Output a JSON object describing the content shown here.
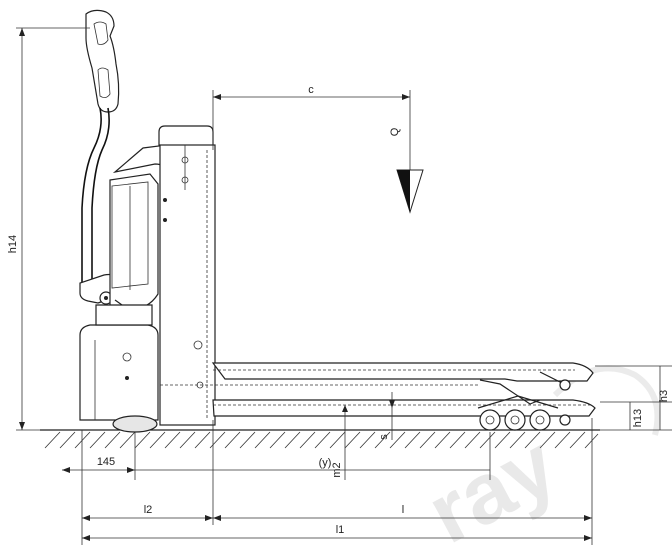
{
  "labels": {
    "h14": "h14",
    "c": "c",
    "Q": "Q",
    "h3": "h3",
    "h13": "h13",
    "m2": "m2",
    "s": "s",
    "y": "(y)",
    "d145": "145",
    "l2": "l2",
    "l": "l",
    "l1": "l1"
  },
  "watermark": "ray"
}
